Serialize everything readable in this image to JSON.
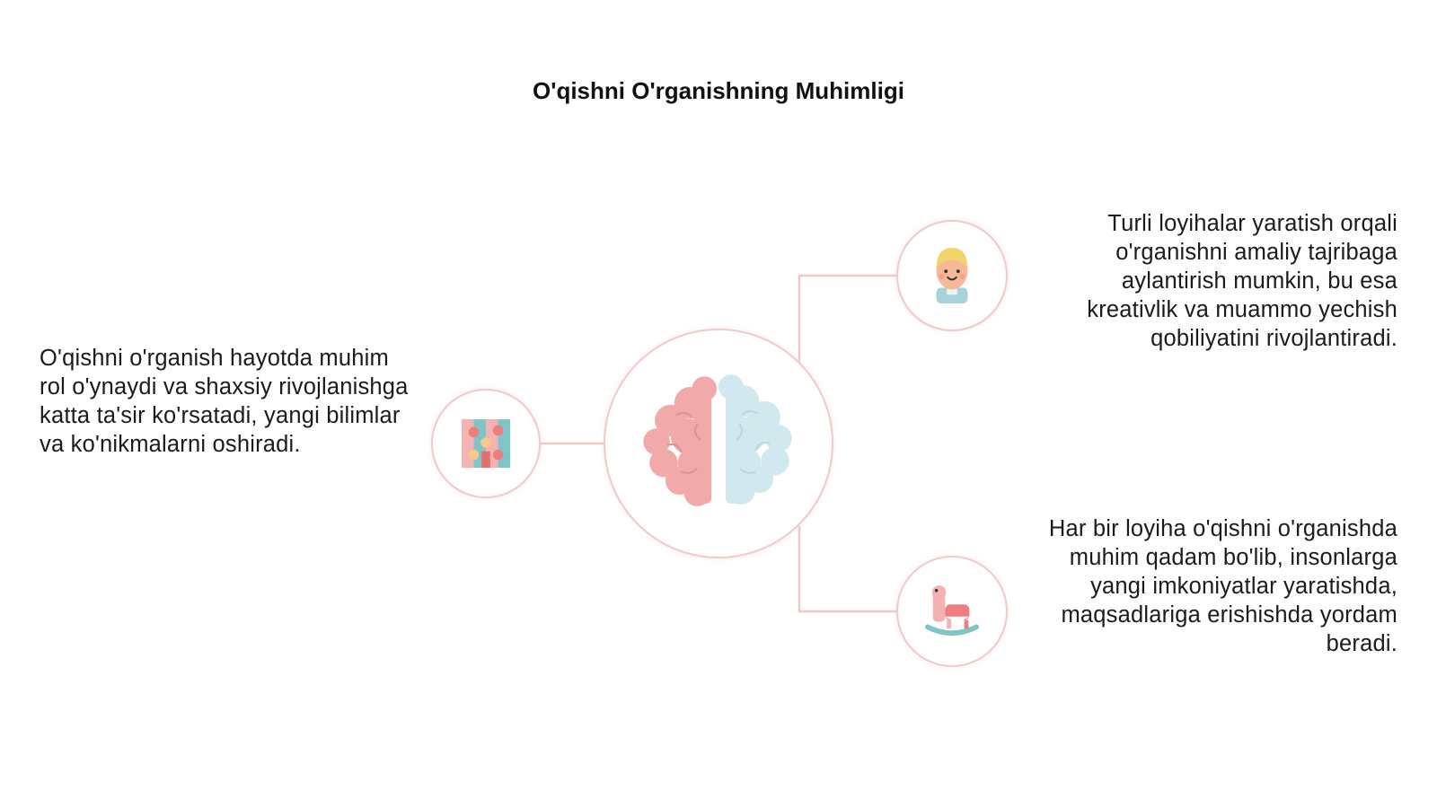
{
  "title": "O'qishni O'rganishning Muhimligi",
  "center": {
    "icon": "brain-icon"
  },
  "nodes": [
    {
      "id": "left",
      "icon": "puzzle-icon",
      "text": "O'qishni o'rganish hayotda muhim rol o'ynaydi va shaxsiy rivojlanishga katta ta'sir ko'rsatadi, yangi bilimlar va ko'nikmalarni oshiradi."
    },
    {
      "id": "top",
      "icon": "child-face-icon",
      "text": "Turli loyihalar yaratish orqali o'rganishni amaliy tajribaga aylantirish mumkin, bu esa kreativlik va muammo yechish qobiliyatini rivojlantiradi."
    },
    {
      "id": "bottom",
      "icon": "rocking-horse-icon",
      "text": "Har bir loyiha o'qishni o'rganishda muhim qadam bo'lib, insonlarga yangi imkoniyatlar yaratishda, maqsadlariga erishishda yordam beradi."
    }
  ],
  "colors": {
    "connector": "#f1c9c9",
    "brain_left": "#f2a7a7",
    "brain_right": "#cfe6ee",
    "accent_teal": "#7fc4c7",
    "accent_coral": "#ef7d7d"
  }
}
